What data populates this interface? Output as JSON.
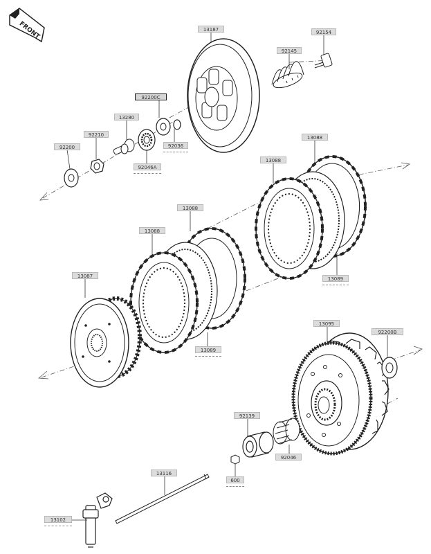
{
  "front_badge": "FRONT",
  "callouts": {
    "c13187": "13187",
    "c92154": "92154",
    "c92145": "92145",
    "c92200C": "92200C",
    "c13280": "13280",
    "c92210": "92210",
    "c92200": "92200",
    "c92036": "92036",
    "c92046A": "92046A",
    "c13088_top": "13088",
    "c13088_mid": "13088",
    "c13088_upper": "13088",
    "c13088_left": "13088",
    "c13089_right": "13089",
    "c13089_left": "13089",
    "c13087": "13087",
    "c13095": "13095",
    "c92200B": "92200B",
    "c92139": "92139",
    "c92046": "92046",
    "c600": "600",
    "c13116": "13116",
    "c13102": "13102"
  }
}
